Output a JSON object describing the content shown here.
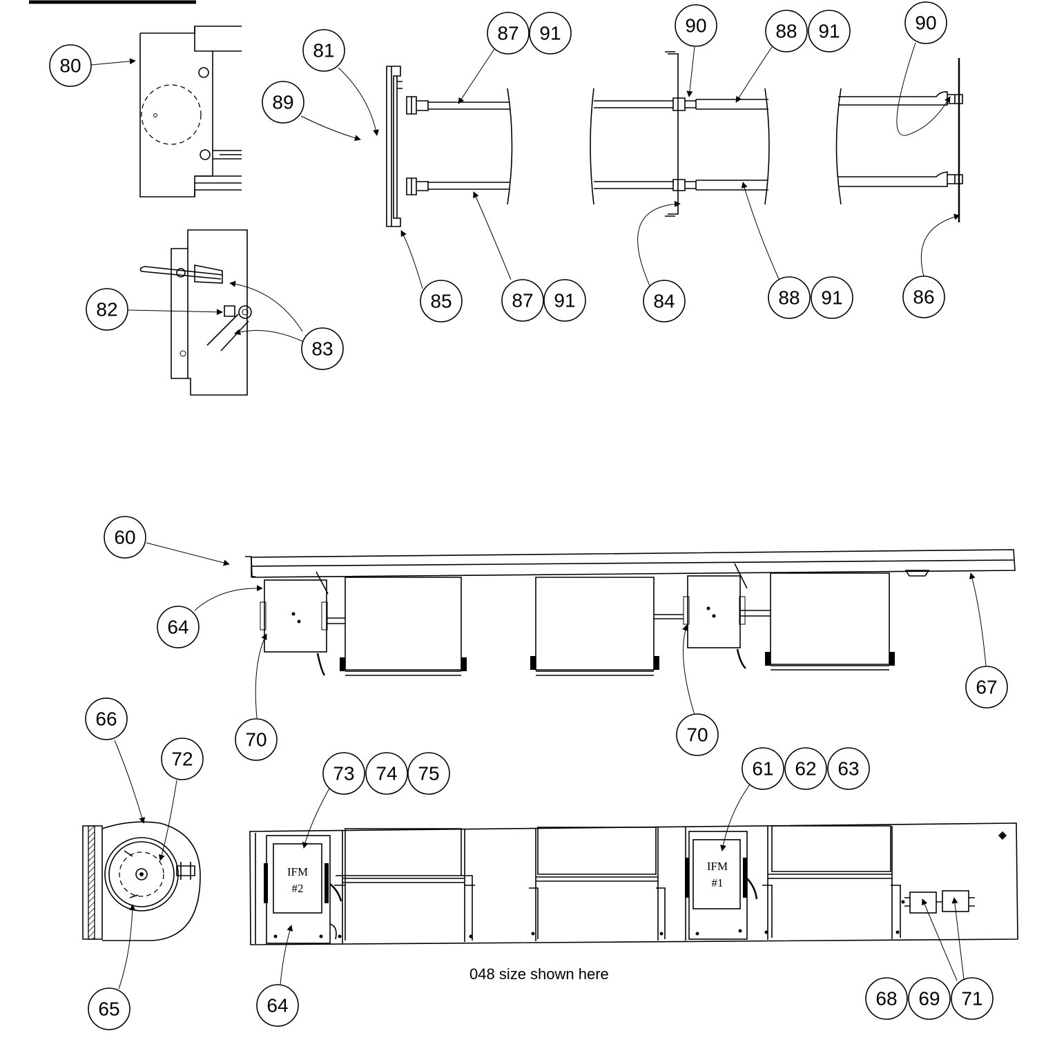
{
  "diagram": {
    "caption": "048 size shown here",
    "motor_labels": {
      "ifm2_line1": "IFM",
      "ifm2_line2": "#2",
      "ifm1_line1": "IFM",
      "ifm1_line2": "#1"
    },
    "callouts": {
      "c80": "80",
      "c81": "81",
      "c89": "89",
      "c82": "82",
      "c83": "83",
      "c87a": "87",
      "c91a": "91",
      "c87b": "87",
      "c91b": "91",
      "c85": "85",
      "c90a": "90",
      "c90b": "90",
      "c88a": "88",
      "c91c": "91",
      "c88b": "88",
      "c91d": "91",
      "c84": "84",
      "c86": "86",
      "c60": "60",
      "c64a": "64",
      "c70a": "70",
      "c70b": "70",
      "c67": "67",
      "c66": "66",
      "c72": "72",
      "c65": "65",
      "c73": "73",
      "c74": "74",
      "c75": "75",
      "c61": "61",
      "c62": "62",
      "c63": "63",
      "c64b": "64",
      "c68": "68",
      "c69": "69",
      "c71": "71"
    }
  }
}
